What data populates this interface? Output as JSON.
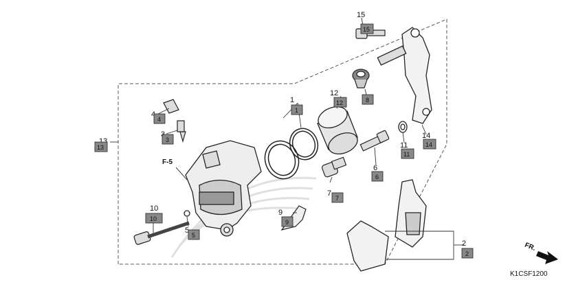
{
  "diagram": {
    "reference_label": "F-5",
    "direction_label": "FR.",
    "drawing_code": "K1CSF1200",
    "callouts": [
      {
        "id": "1",
        "label": "1"
      },
      {
        "id": "2",
        "label": "2"
      },
      {
        "id": "3",
        "label": "3"
      },
      {
        "id": "4",
        "label": "4"
      },
      {
        "id": "5",
        "label": "5"
      },
      {
        "id": "6",
        "label": "6"
      },
      {
        "id": "7",
        "label": "7"
      },
      {
        "id": "8",
        "label": "8"
      },
      {
        "id": "9",
        "label": "9"
      },
      {
        "id": "10",
        "label": "10"
      },
      {
        "id": "11",
        "label": "11"
      },
      {
        "id": "12",
        "label": "12"
      },
      {
        "id": "13",
        "label": "13"
      },
      {
        "id": "14",
        "label": "14"
      },
      {
        "id": "15",
        "label": "15"
      }
    ]
  }
}
